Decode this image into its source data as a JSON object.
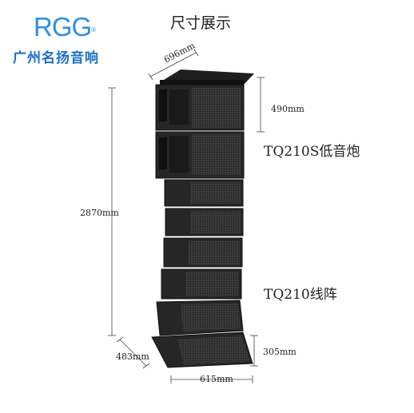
{
  "logo": {
    "text": "RGG",
    "mark": "®"
  },
  "brand": {
    "name": "广州名扬音响"
  },
  "title": "尺寸展示",
  "dimensions": {
    "top_width": "696mm",
    "sub_height": "490mm",
    "total_height": "2870mm",
    "bottom_depth": "483mm",
    "bottom_width": "615mm",
    "array_height": "305mm"
  },
  "products": {
    "subwoofer": "TQ210S低音炮",
    "line_array": "TQ210线阵"
  },
  "colors": {
    "logo": "#2f8fe0",
    "brand": "#1b6fc9",
    "cabinet": "#2b2b2b"
  }
}
